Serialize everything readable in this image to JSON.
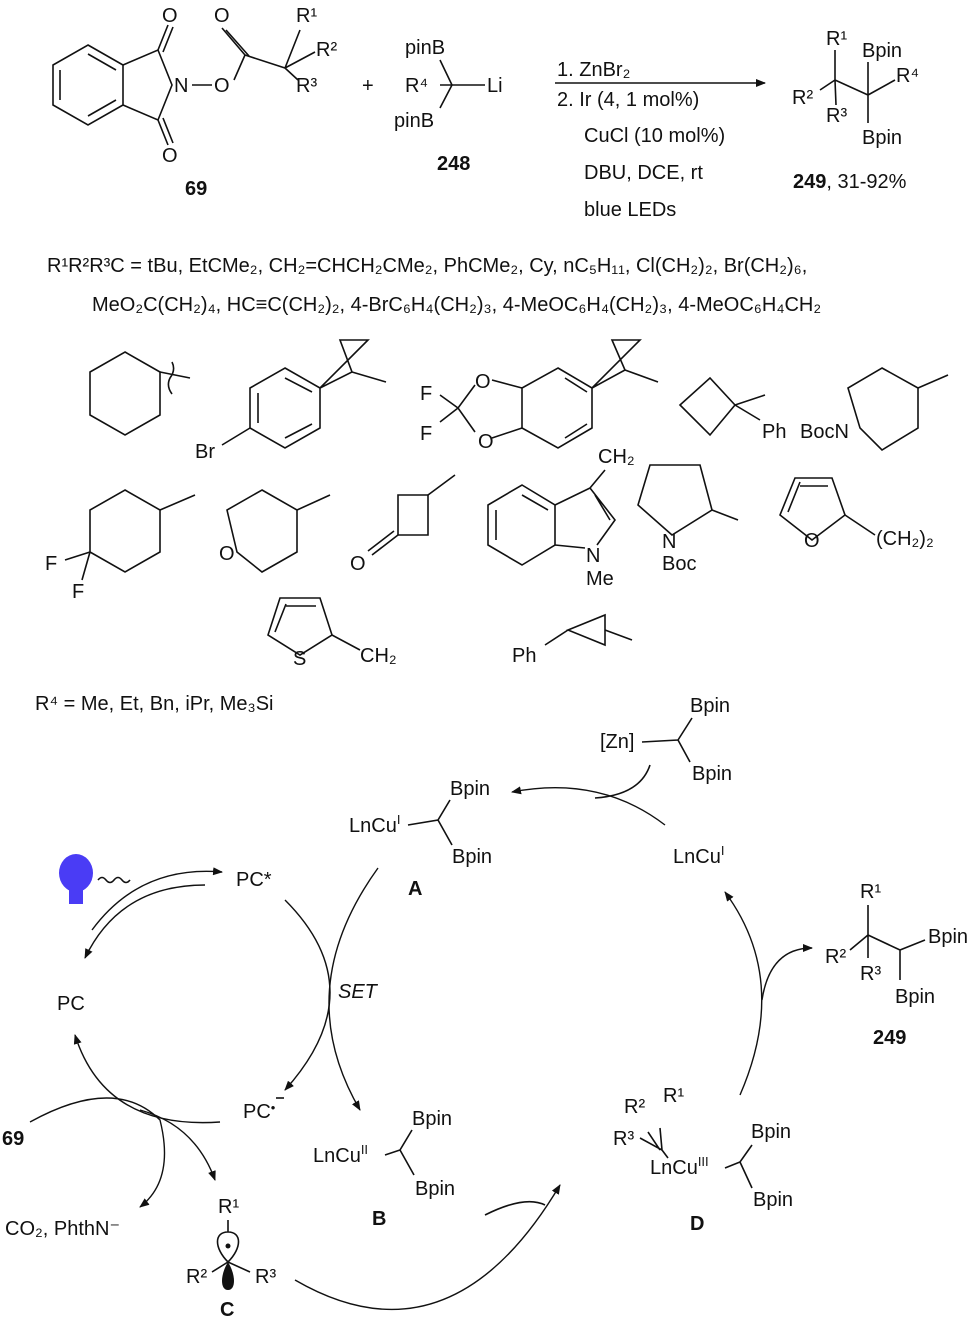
{
  "reaction": {
    "sm1": {
      "label": "69",
      "R1": "R¹",
      "R2": "R²",
      "R3": "R³",
      "N": "N",
      "O_link": "O",
      "O_top": "O",
      "O_imide_top": "O",
      "O_imide_bottom": "O"
    },
    "plus": "+",
    "sm2": {
      "label": "248",
      "pinB_top": "pinB",
      "R4": "R⁴",
      "Li": "Li",
      "pinB_bottom": "pinB"
    },
    "conditions": [
      "1. ZnBr₂",
      "2. Ir (4, 1 mol%)",
      "CuCl (10 mol%)",
      "DBU, DCE, rt",
      "blue LEDs"
    ],
    "product": {
      "R1": "R¹",
      "Bpin_top": "Bpin",
      "R4": "R⁴",
      "R2": "R²",
      "R3": "R³",
      "Bpin_bottom": "Bpin",
      "label": "249",
      "yield": ", 31-92%"
    }
  },
  "scope": {
    "line1": "R¹R²R³C = tBu, EtCMe₂, CH₂=CHCH₂CMe₂, PhCMe₂, Cy, nC₅H₁₁, Cl(CH₂)₂, Br(CH₂)₆,",
    "line2": "MeO₂C(CH₂)₄, HC≡C(CH₂)₂, 4-BrC₆H₄(CH₂)₃, 4-MeOC₆H₄(CH₂)₃, 4-MeOC₆H₄CH₂",
    "struct_labels": {
      "br": "Br",
      "f1": "F",
      "f2": "F",
      "o1": "O",
      "o2": "O",
      "ph": "Ph",
      "bocn": "BocN",
      "df1": "F",
      "df2": "F",
      "thp_o": "O",
      "cb_o": "O",
      "ch2_indole": "CH₂",
      "indole_n": "N",
      "indole_me": "Me",
      "pyr_n": "N",
      "pyr_boc": "Boc",
      "fur_o": "O",
      "fur_ch2": "(CH₂)₂",
      "thio_s": "S",
      "thio_ch2": "CH₂",
      "cp_ph": "Ph"
    },
    "r4_line": "R⁴ = Me, Et, Bn, iPr, Me₃Si"
  },
  "mechanism": {
    "zn": {
      "zn": "[Zn]",
      "bpin1": "Bpin",
      "bpin2": "Bpin"
    },
    "A": {
      "label": "A",
      "cu": "LnCu",
      "ox": "I",
      "bpin1": "Bpin",
      "bpin2": "Bpin"
    },
    "cuI": {
      "cu": "LnCu",
      "ox": "I"
    },
    "pc_star": "PC*",
    "pc": "PC",
    "set": "SET",
    "pc_rad": "PC",
    "pc_rad_charge": "•",
    "sm": "69",
    "B": {
      "label": "B",
      "cu": "LnCu",
      "ox": "II",
      "bpin1": "Bpin",
      "bpin2": "Bpin"
    },
    "byproducts": "CO₂, PhthN⁻",
    "C": {
      "label": "C",
      "R1": "R¹",
      "R2": "R²",
      "R3": "R³"
    },
    "D": {
      "label": "D",
      "cu": "LnCu",
      "ox": "III",
      "R1": "R¹",
      "R2": "R²",
      "R3": "R³",
      "bpin1": "Bpin",
      "bpin2": "Bpin"
    },
    "product": {
      "label": "249",
      "R1": "R¹",
      "R2": "R²",
      "R3": "R³",
      "bpin1": "Bpin",
      "bpin2": "Bpin"
    }
  },
  "colors": {
    "lamp": "#4a3cf5"
  }
}
